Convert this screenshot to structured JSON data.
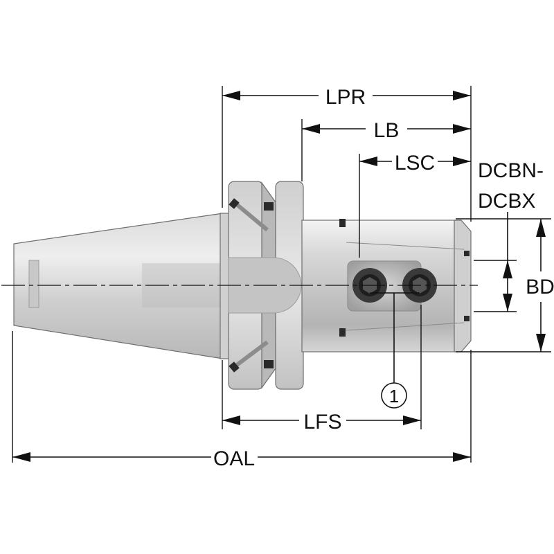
{
  "diagram": {
    "labels": {
      "lpr": "LPR",
      "lb": "LB",
      "lsc": "LSC",
      "dcbn": "DCBN-",
      "dcbx": "DCBX",
      "bd": "BD",
      "lfs": "LFS",
      "oal": "OAL",
      "callout": "1"
    },
    "colors": {
      "metal_light": "#e6e6e6",
      "metal_mid": "#c9c9c9",
      "metal_dark": "#9d9d9d",
      "ink": "#111111",
      "screw": "#2a2a2a"
    }
  }
}
